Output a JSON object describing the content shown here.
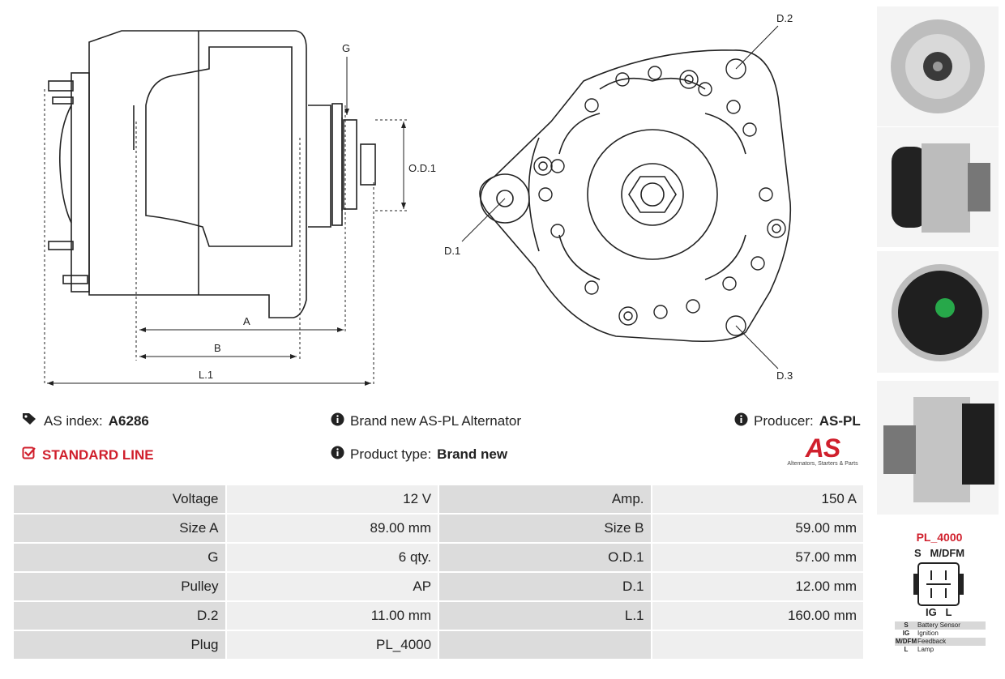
{
  "drawing_labels": {
    "g": "G",
    "od1": "O.D.1",
    "a": "A",
    "b": "B",
    "l1": "L.1",
    "d1": "D.1",
    "d2": "D.2",
    "d3": "D.3"
  },
  "info": {
    "as_index_label": "AS index:",
    "as_index_value": "A6286",
    "standard_line": "STANDARD LINE",
    "description": "Brand new AS-PL Alternator",
    "product_type_label": "Product type:",
    "product_type_value": "Brand new",
    "producer_label": "Producer:",
    "producer_value": "AS-PL"
  },
  "logo": {
    "mark": "AS",
    "tagline": "Alternators, Starters & Parts"
  },
  "specs": [
    {
      "k1": "Voltage",
      "v1": "12 V",
      "k2": "Amp.",
      "v2": "150 A"
    },
    {
      "k1": "Size A",
      "v1": "89.00 mm",
      "k2": "Size B",
      "v2": "59.00 mm"
    },
    {
      "k1": "G",
      "v1": "6 qty.",
      "k2": "O.D.1",
      "v2": "57.00 mm"
    },
    {
      "k1": "Pulley",
      "v1": "AP",
      "k2": "D.1",
      "v2": "12.00 mm"
    },
    {
      "k1": "D.2",
      "v1": "11.00 mm",
      "k2": "L.1",
      "v2": "160.00 mm"
    },
    {
      "k1": "Plug",
      "v1": "PL_4000",
      "k2": "",
      "v2": ""
    }
  ],
  "plug": {
    "title": "PL_4000",
    "top_pins": "S   M/DFM",
    "bottom_pins": "IG   L",
    "legend": [
      {
        "code": "S",
        "desc": "Battery Sensor"
      },
      {
        "code": "IG",
        "desc": "Ignition"
      },
      {
        "code": "M/DFM",
        "desc": "Feedback"
      },
      {
        "code": "L",
        "desc": "Lamp"
      }
    ]
  },
  "colors": {
    "accent_red": "#d01f2c",
    "key_cell": "#dcdcdc",
    "value_cell": "#efefef"
  }
}
